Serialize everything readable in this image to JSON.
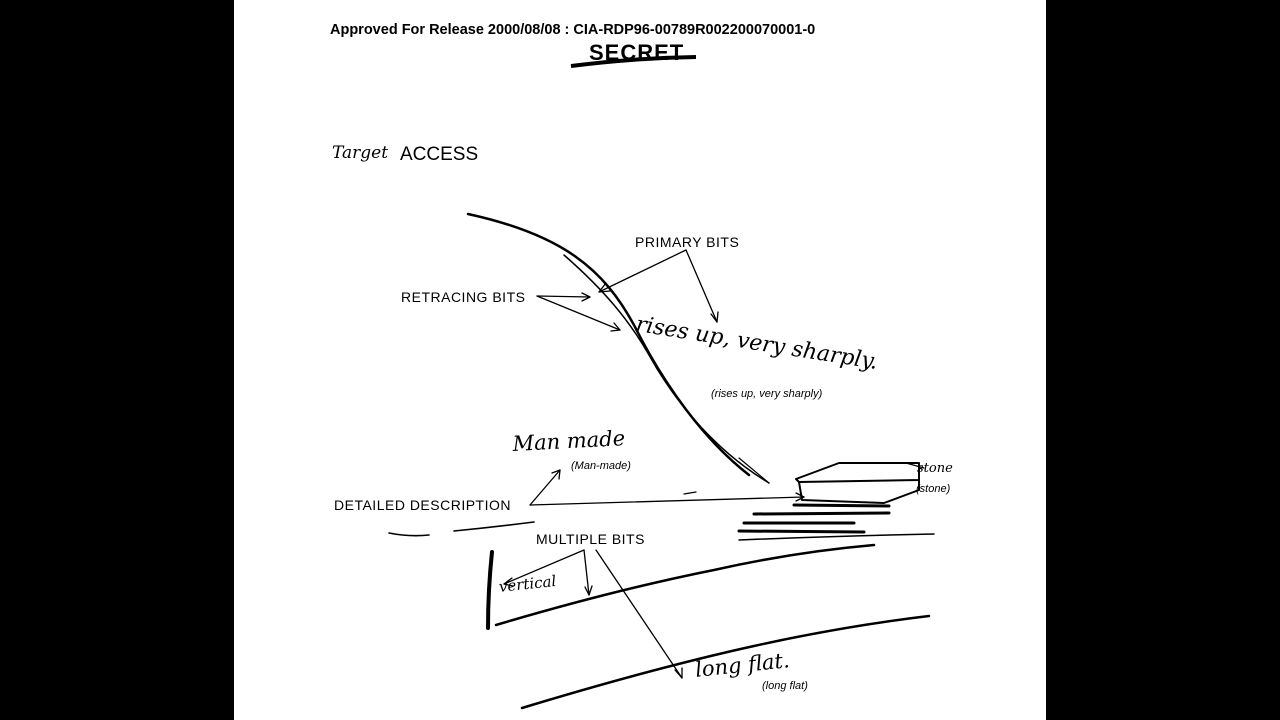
{
  "document": {
    "release_line": "Approved For Release 2000/08/08 : CIA-RDP96-00789R002200070001-0",
    "classification": "SECRET",
    "title_prefix": "Target",
    "title": "ACCESS"
  },
  "labels": {
    "primary_bits": "PRIMARY BITS",
    "retracing_bits": "RETRACING BITS",
    "detailed_description": "DETAILED DESCRIPTION",
    "multiple_bits": "MULTIPLE BITS"
  },
  "handwriting": {
    "rises": "rises up, very sharply.",
    "man_made": "Man made",
    "stone": "stone",
    "vertical": "vertical",
    "long_flat": "long flat."
  },
  "captions": {
    "rises": "(rises up, very sharply)",
    "man_made": "(Man-made)",
    "stone": "(stone)",
    "long_flat": "(long flat)"
  }
}
